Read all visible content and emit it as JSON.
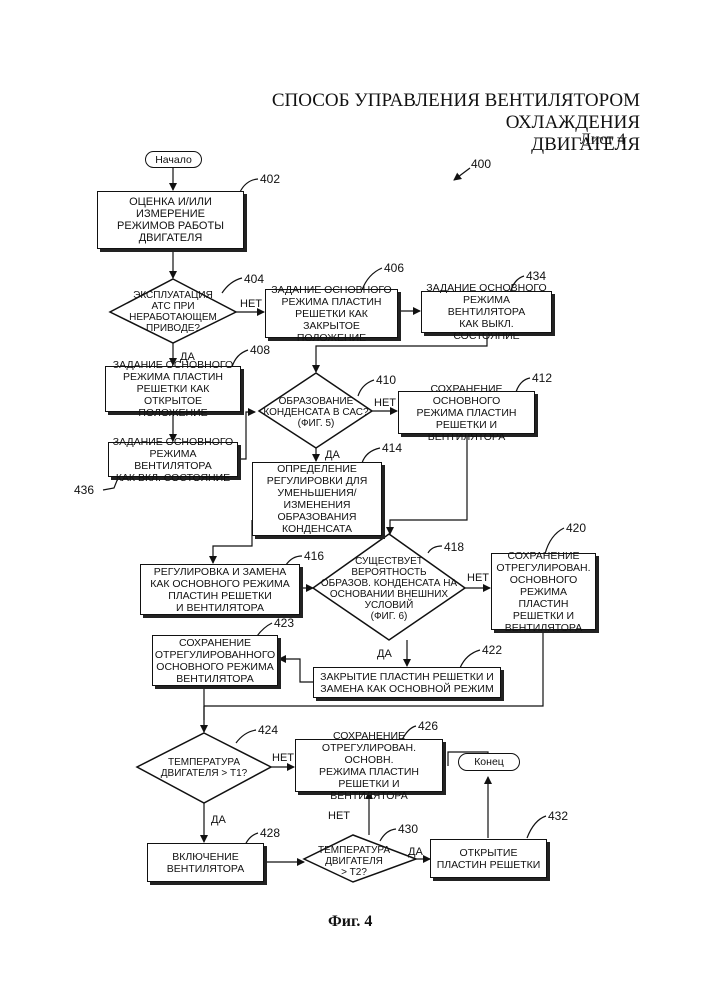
{
  "header": {
    "title_line1": "СПОСОБ УПРАВЛЕНИЯ ВЕНТИЛЯТОРОМ ОХЛАЖДЕНИЯ",
    "title_line2": "ДВИГАТЕЛЯ",
    "sheet": "Лист 4"
  },
  "figure_ref": "400",
  "figure_caption": "Фиг. 4",
  "nodes": {
    "start": "Начало",
    "end": "Конец",
    "n402": "ОЦЕНКА И/ИЛИ ИЗМЕРЕНИЕ\nРЕЖИМОВ РАБОТЫ\nДВИГАТЕЛЯ",
    "n404": "ЭКСПЛУАТАЦИЯ\nАТС ПРИ НЕРАБОТАЮЩЕМ\nПРИВОДЕ?",
    "n406": "ЗАДАНИЕ ОСНОВНОГО\nРЕЖИМА ПЛАСТИН\nРЕШЕТКИ КАК ЗАКРЫТОЕ\nПОЛОЖЕНИЕ",
    "n434": "ЗАДАНИЕ ОСНОВНОГО\nРЕЖИМА ВЕНТИЛЯТОРА\nКАК ВЫКЛ. СОСТОЯНИЕ",
    "n408": "ЗАДАНИЕ ОСНОВНОГО\nРЕЖИМА ПЛАСТИН\nРЕШЕТКИ КАК ОТКРЫТОЕ\nПОЛОЖЕНИЕ",
    "n410": "ОБРАЗОВАНИЕ\nКОНДЕНСАТА В САС?\n(ФИГ. 5)",
    "n412": "СОХРАНЕНИЕ ОСНОВНОГО\nРЕЖИМА ПЛАСТИН\nРЕШЕТКИ И ВЕНТИЛЯТОРА",
    "n436": "ЗАДАНИЕ ОСНОВНОГО\nРЕЖИМА ВЕНТИЛЯТОРА\nКАК ВКЛ. СОСТОЯНИЕ",
    "n414": "ОПРЕДЕЛЕНИЕ\nРЕГУЛИРОВКИ ДЛЯ\nУМЕНЬШЕНИЯ/\nИЗМЕНЕНИЯ\nОБРАЗОВАНИЯ\nКОНДЕНСАТА",
    "n416": "РЕГУЛИРОВКА И ЗАМЕНА\nКАК ОСНОВНОГО РЕЖИМА\nПЛАСТИН РЕШЕТКИ\nИ ВЕНТИЛЯТОРА",
    "n418": "СУЩЕСТВУЕТ\nВЕРОЯТНОСТЬ\nОБРАЗОВ. КОНДЕНСАТА НА\nОСНОВАНИИ ВНЕШНИХ\nУСЛОВИЙ\n(ФИГ. 6)",
    "n420": "СОХРАНЕНИЕ\nОТРЕГУЛИРОВАН.\nОСНОВНОГО\nРЕЖИМА ПЛАСТИН\nРЕШЕТКИ И\nВЕНТИЛЯТОРА",
    "n423": "СОХРАНЕНИЕ\nОТРЕГУЛИРОВАННОГО\nОСНОВНОГО РЕЖИМА\nВЕНТИЛЯТОРА",
    "n422": "ЗАКРЫТИЕ ПЛАСТИН РЕШЕТКИ И\nЗАМЕНА КАК ОСНОВНОЙ РЕЖИМ",
    "n424": "ТЕМПЕРАТУРА\nДВИГАТЕЛЯ > T1?",
    "n426": "СОХРАНЕНИЕ\nОТРЕГУЛИРОВАН. ОСНОВН.\nРЕЖИМА ПЛАСТИН\nРЕШЕТКИ И ВЕНТИЛЯТОРА",
    "n428": "ВКЛЮЧЕНИЕ\nВЕНТИЛЯТОРА",
    "n430": "ТЕМПЕРАТУРА\nДВИГАТЕЛЯ\n> T2?",
    "n432": "ОТКРЫТИЕ\nПЛАСТИН РЕШЕТКИ"
  },
  "refs": {
    "r402": "402",
    "r404": "404",
    "r406": "406",
    "r434": "434",
    "r408": "408",
    "r410": "410",
    "r412": "412",
    "r436": "436",
    "r414": "414",
    "r416": "416",
    "r418": "418",
    "r420": "420",
    "r423": "423",
    "r422": "422",
    "r424": "424",
    "r426": "426",
    "r428": "428",
    "r430": "430",
    "r432": "432"
  },
  "edge_labels": {
    "yes": "ДА",
    "no": "НЕТ"
  }
}
